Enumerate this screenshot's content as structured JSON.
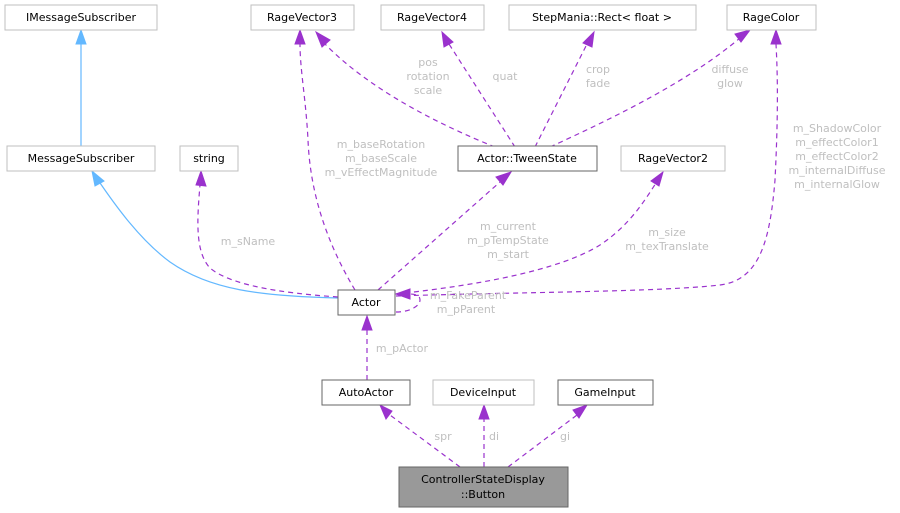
{
  "diagram": {
    "type": "collaboration-graph",
    "colors": {
      "usage_edge": "#9a32cd",
      "inheritance_edge": "#63b8ff",
      "label": "#bfbfbf",
      "root_fill": "#999999"
    },
    "nodes": {
      "imessagesubscriber": {
        "label": "IMessageSubscriber"
      },
      "messagesubscriber": {
        "label": "MessageSubscriber"
      },
      "string": {
        "label": "string"
      },
      "ragevector3": {
        "label": "RageVector3"
      },
      "ragevector4": {
        "label": "RageVector4"
      },
      "rect": {
        "label": "StepMania::Rect< float >"
      },
      "ragecolor": {
        "label": "RageColor"
      },
      "tweenstate": {
        "label": "Actor::TweenState"
      },
      "ragevector2": {
        "label": "RageVector2"
      },
      "actor": {
        "label": "Actor"
      },
      "autoactor": {
        "label": "AutoActor"
      },
      "deviceinput": {
        "label": "DeviceInput"
      },
      "gameinput": {
        "label": "GameInput"
      },
      "button": {
        "label_line1": "ControllerStateDisplay",
        "label_line2": "::Button"
      }
    },
    "edges": {
      "ms_to_ims": {
        "from": "MessageSubscriber",
        "to": "IMessageSubscriber",
        "kind": "inheritance"
      },
      "actor_to_ms": {
        "from": "Actor",
        "to": "MessageSubscriber",
        "kind": "inheritance"
      },
      "tween_to_rv3": {
        "labels": [
          "pos",
          "rotation",
          "scale"
        ]
      },
      "tween_to_rv4": {
        "labels": [
          "quat"
        ]
      },
      "tween_to_rect": {
        "labels": [
          "crop",
          "fade"
        ]
      },
      "tween_to_color": {
        "labels": [
          "diffuse",
          "glow"
        ]
      },
      "actor_to_string": {
        "labels": [
          "m_sName"
        ]
      },
      "actor_to_rv3": {
        "labels": [
          "m_baseRotation",
          "m_baseScale",
          "m_vEffectMagnitude"
        ]
      },
      "actor_to_tween": {
        "labels": [
          "m_current",
          "m_pTempState",
          "m_start"
        ]
      },
      "actor_to_rv2": {
        "labels": [
          "m_size",
          "m_texTranslate"
        ]
      },
      "actor_to_color": {
        "labels": [
          "m_ShadowColor",
          "m_effectColor1",
          "m_effectColor2",
          "m_internalDiffuse",
          "m_internalGlow"
        ]
      },
      "actor_self": {
        "labels": [
          "m_FakeParent",
          "m_pParent"
        ]
      },
      "autoactor_to_actor": {
        "labels": [
          "m_pActor"
        ]
      },
      "button_to_autoactor": {
        "labels": [
          "spr"
        ]
      },
      "button_to_deviceinput": {
        "labels": [
          "di"
        ]
      },
      "button_to_gameinput": {
        "labels": [
          "gi"
        ]
      }
    }
  }
}
